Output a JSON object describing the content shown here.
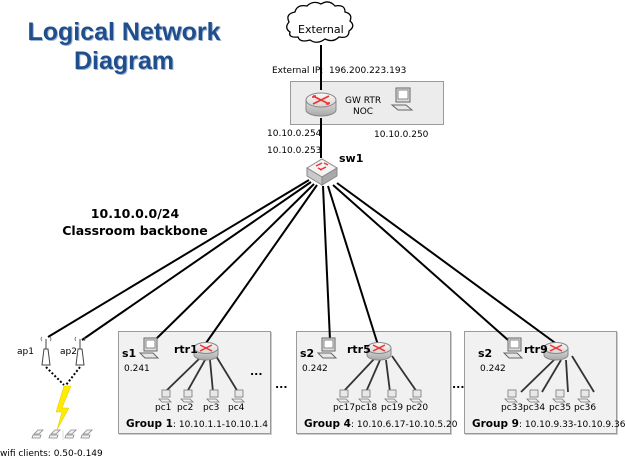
{
  "title": {
    "line1": "Logical Network",
    "line2": "Diagram"
  },
  "external": {
    "cloud_label": "External",
    "ip_label": "External IP:",
    "ip_value": "196.200.223.193"
  },
  "gateway": {
    "router_label_line1": "GW RTR",
    "router_label_line2": "NOC",
    "inside_ip": "10.10.0.254",
    "noc_ip": "10.10.0.250"
  },
  "switch": {
    "name": "sw1",
    "ip": "10.10.0.253"
  },
  "backbone": {
    "subnet": "10.10.0.0/24",
    "name": "Classroom backbone"
  },
  "wifi": {
    "aps": [
      "ap1",
      "ap2"
    ],
    "clients_label": "wifi clients: 0.50-0.149"
  },
  "groups": [
    {
      "server": "s1",
      "server_ip": "0.241",
      "router": "rtr1",
      "pcs": [
        "pc1",
        "pc2",
        "pc3",
        "pc4"
      ],
      "group_label": "Group 1",
      "range": ": 10.10.1.1-10.10.1.4"
    },
    {
      "server": "s2",
      "server_ip": "0.242",
      "router": "rtr5",
      "pcs": [
        "pc17",
        "pc18",
        "pc19",
        "pc20"
      ],
      "group_label": "Group 4",
      "range": ": 10.10.6.17-10.10.5.20"
    },
    {
      "server": "s2",
      "server_ip": "0.242",
      "router": "rtr9",
      "pcs": [
        "pc33",
        "pc34",
        "pc35",
        "pc36"
      ],
      "group_label": "Group 9",
      "range": ": 10.10.9.33-10.10.9.36"
    }
  ],
  "ellipsis": "..."
}
